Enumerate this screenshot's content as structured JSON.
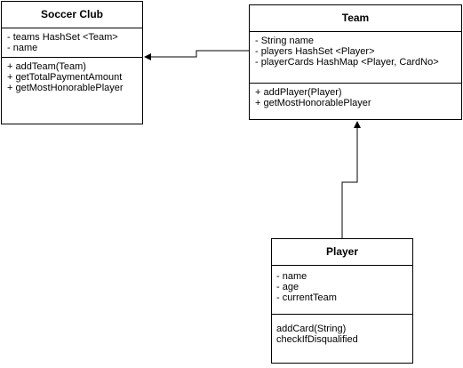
{
  "diagram": {
    "classes": [
      {
        "id": "soccer-club",
        "name": "Soccer Club",
        "attributes": [
          "- teams HashSet <Team>",
          "- name"
        ],
        "operations": [
          "+ addTeam(Team)",
          "+ getTotalPaymentAmount",
          "+ getMostHonorablePlayer"
        ]
      },
      {
        "id": "team",
        "name": "Team",
        "attributes": [
          "- String name",
          "- players HashSet <Player>",
          "- playerCards HashMap <Player, CardNo>"
        ],
        "operations": [
          "+ addPlayer(Player)",
          "+ getMostHonorablePlayer"
        ]
      },
      {
        "id": "player",
        "name": "Player",
        "attributes": [
          "- name",
          "- age",
          "- currentTeam"
        ],
        "operations": [
          "addCard(String)",
          "checkIfDisqualified"
        ]
      }
    ],
    "connectors": [
      {
        "from": "Team",
        "to": "Soccer Club",
        "arrowhead": "filled"
      },
      {
        "from": "Player",
        "to": "Team",
        "arrowhead": "filled"
      }
    ]
  },
  "colors": {
    "stroke": "#000000",
    "fill": "#ffffff",
    "text": "#000000"
  }
}
